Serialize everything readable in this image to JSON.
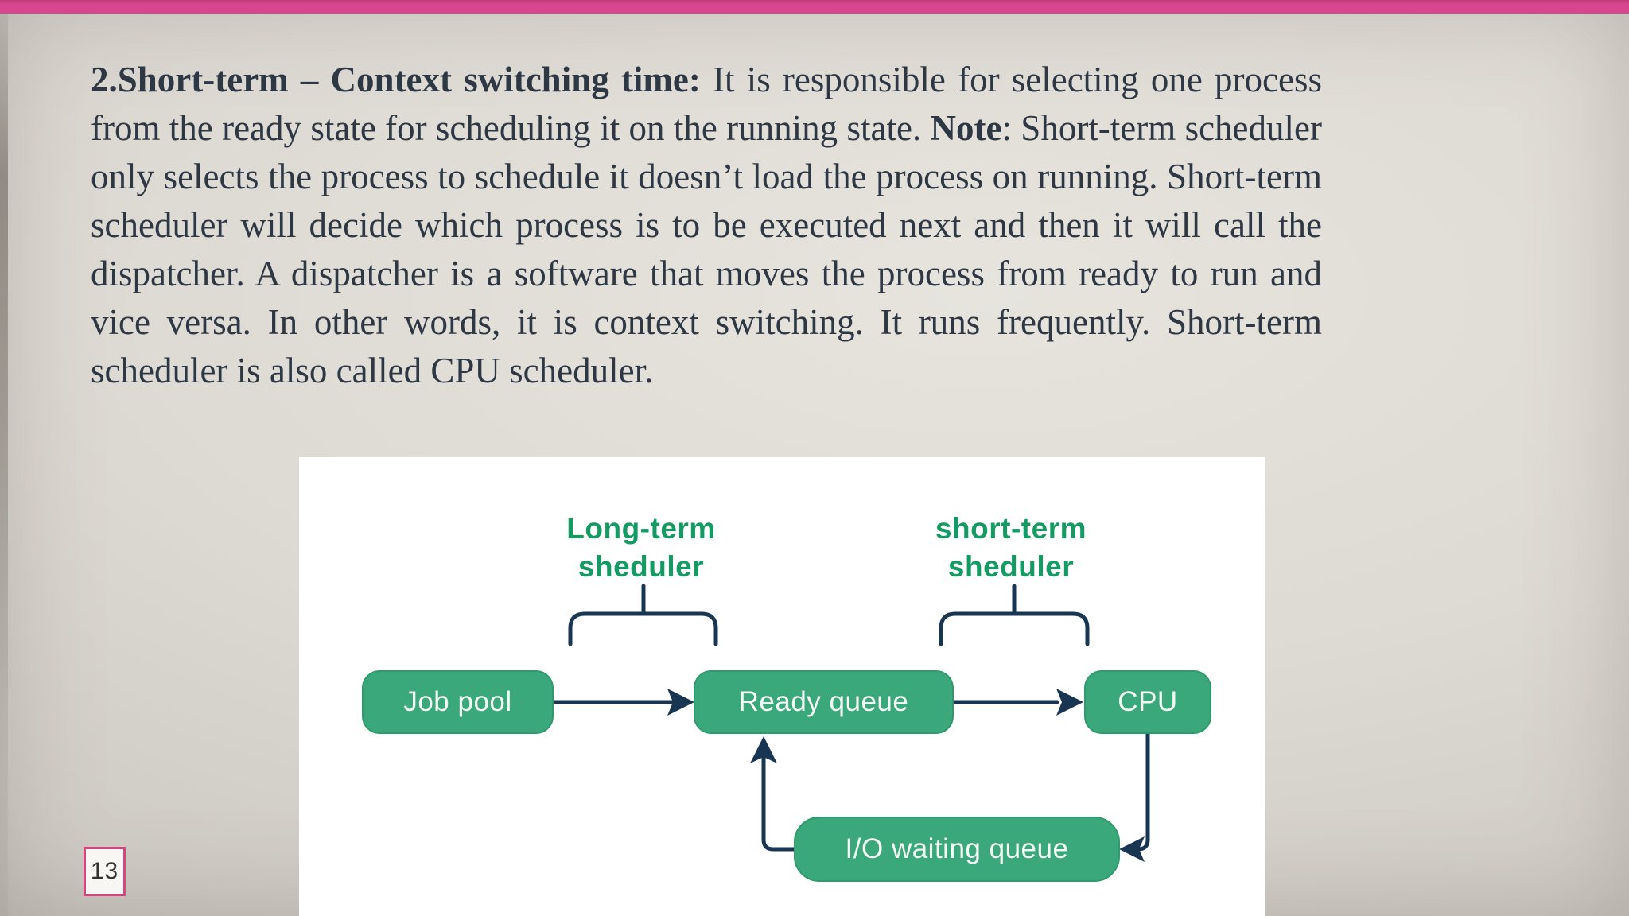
{
  "slide": {
    "page_number": "13",
    "accent_color": "#d8468f",
    "paragraph": {
      "bold_lead": "2.Short-term – Context switching time:",
      "after_lead": " It is responsible for selecting one process from the ready state for scheduling it on the running state. ",
      "note_label": "Note",
      "after_note": ": Short-term scheduler only selects the process to schedule it doesn’t load the process on running. Short-term scheduler will decide which process is to be executed next and then it will call the dispatcher. A dispatcher is a software that moves the process from ready to run and vice versa. In other words, it is context switching. It runs frequently. Short-term scheduler is also called CPU scheduler."
    },
    "diagram": {
      "long_term_label": {
        "line1": "Long-term",
        "line2": "sheduler"
      },
      "short_term_label": {
        "line1": "short-term",
        "line2": "sheduler"
      },
      "nodes": [
        {
          "id": "job-pool",
          "label": "Job pool"
        },
        {
          "id": "ready-queue",
          "label": "Ready queue"
        },
        {
          "id": "cpu",
          "label": "CPU"
        },
        {
          "id": "io-waiting-queue",
          "label": "I/O waiting queue"
        }
      ],
      "colors": {
        "node_fill": "#3aa87b",
        "node_border": "#2f9a6d",
        "node_text": "#f4fbf7",
        "label_text": "#149b63",
        "connector": "#183552",
        "panel_bg": "#ffffff"
      }
    }
  }
}
